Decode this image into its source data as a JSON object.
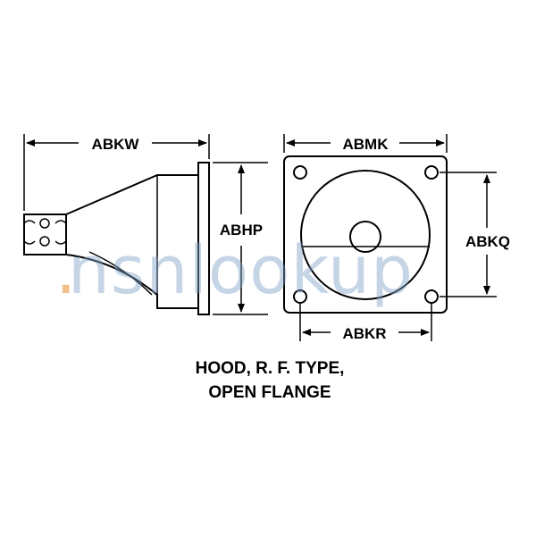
{
  "dimensions": {
    "overall_length": "ABKW",
    "flange_height": "ABHP",
    "flange_width": "ABMK",
    "hole_spacing_vertical": "ABKQ",
    "hole_spacing_horizontal": "ABKR"
  },
  "caption": {
    "line1": "HOOD, R. F. TYPE,",
    "line2": "OPEN FLANGE"
  },
  "watermark": {
    "prefix": "",
    "text": "nsnlookup"
  },
  "colors": {
    "line": "#000000",
    "watermark": "#7fa3c9",
    "watermark_accent": "#f0a35a"
  }
}
